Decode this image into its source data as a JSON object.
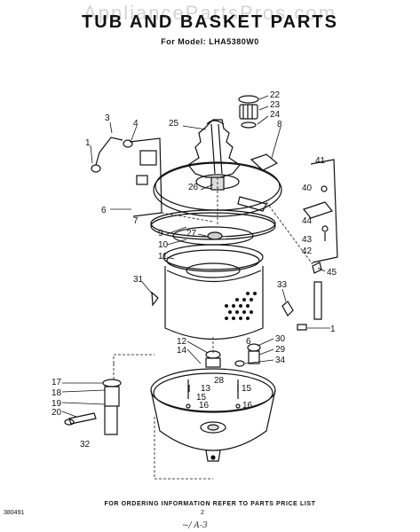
{
  "watermark": "AppliancePartsPros.com",
  "title": "TUB AND BASKET PARTS",
  "subtitle": "For Model: LHA5380W0",
  "footnote": "FOR ORDERING INFORMATION REFER TO PARTS PRICE LIST",
  "doc_number": "380491",
  "page_number": "2",
  "handwritten_note": "~/ A-3",
  "callouts": [
    {
      "n": "1",
      "label": "1"
    },
    {
      "n": "2",
      "label": "3"
    },
    {
      "n": "3",
      "label": "4"
    },
    {
      "n": "4",
      "label": "6"
    },
    {
      "n": "5",
      "label": "7"
    },
    {
      "n": "6",
      "label": "25"
    },
    {
      "n": "7",
      "label": "22"
    },
    {
      "n": "8",
      "label": "23"
    },
    {
      "n": "9",
      "label": "24"
    },
    {
      "n": "10",
      "label": "8"
    },
    {
      "n": "11",
      "label": "26"
    },
    {
      "n": "12",
      "label": "41"
    },
    {
      "n": "13",
      "label": "40"
    },
    {
      "n": "14",
      "label": "9"
    },
    {
      "n": "15",
      "label": "27"
    },
    {
      "n": "16",
      "label": "10"
    },
    {
      "n": "17",
      "label": "11"
    },
    {
      "n": "18",
      "label": "44"
    },
    {
      "n": "19",
      "label": "43"
    },
    {
      "n": "20",
      "label": "42"
    },
    {
      "n": "21",
      "label": "45"
    },
    {
      "n": "22",
      "label": "31"
    },
    {
      "n": "23",
      "label": "33"
    },
    {
      "n": "24",
      "label": "1"
    },
    {
      "n": "25",
      "label": "12"
    },
    {
      "n": "26",
      "label": "14"
    },
    {
      "n": "27",
      "label": "6"
    },
    {
      "n": "28",
      "label": "30"
    },
    {
      "n": "29",
      "label": "29"
    },
    {
      "n": "30",
      "label": "34"
    },
    {
      "n": "31",
      "label": "28"
    },
    {
      "n": "32",
      "label": "13"
    },
    {
      "n": "33",
      "label": "15"
    },
    {
      "n": "34",
      "label": "16"
    },
    {
      "n": "35",
      "label": "15"
    },
    {
      "n": "36",
      "label": "16"
    },
    {
      "n": "37",
      "label": "17"
    },
    {
      "n": "38",
      "label": "18"
    },
    {
      "n": "39",
      "label": "19"
    },
    {
      "n": "40",
      "label": "20"
    },
    {
      "n": "41",
      "label": "32"
    }
  ]
}
